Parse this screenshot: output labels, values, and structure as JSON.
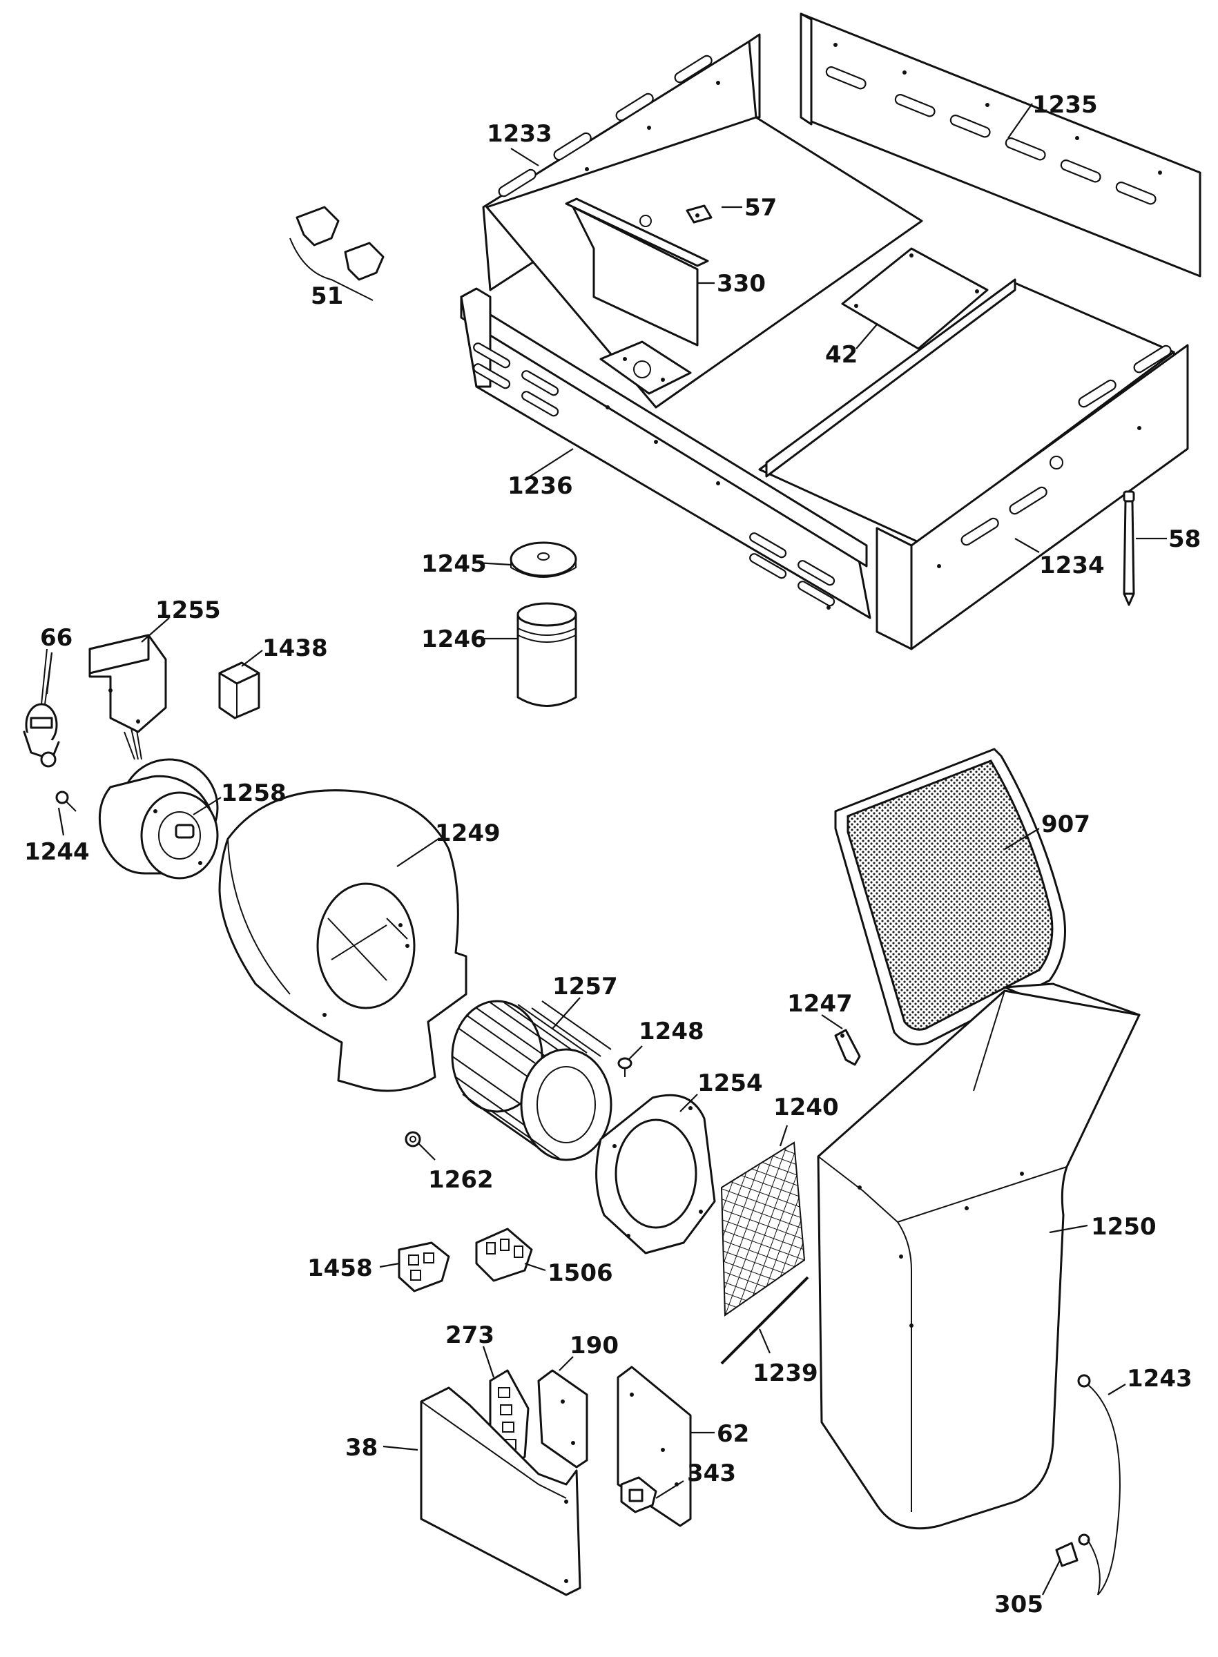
{
  "title": "",
  "parts": [
    {
      "id": "1233",
      "label": "1233"
    },
    {
      "id": "1235",
      "label": "1235"
    },
    {
      "id": "57",
      "label": "57"
    },
    {
      "id": "51",
      "label": "51"
    },
    {
      "id": "330",
      "label": "330"
    },
    {
      "id": "42",
      "label": "42"
    },
    {
      "id": "1236",
      "label": "1236"
    },
    {
      "id": "1234",
      "label": "1234"
    },
    {
      "id": "58",
      "label": "58"
    },
    {
      "id": "1245",
      "label": "1245"
    },
    {
      "id": "1246",
      "label": "1246"
    },
    {
      "id": "66",
      "label": "66"
    },
    {
      "id": "1255",
      "label": "1255"
    },
    {
      "id": "1438",
      "label": "1438"
    },
    {
      "id": "1258",
      "label": "1258"
    },
    {
      "id": "1244",
      "label": "1244"
    },
    {
      "id": "1249",
      "label": "1249"
    },
    {
      "id": "907",
      "label": "907"
    },
    {
      "id": "1257",
      "label": "1257"
    },
    {
      "id": "1248",
      "label": "1248"
    },
    {
      "id": "1247",
      "label": "1247"
    },
    {
      "id": "1254",
      "label": "1254"
    },
    {
      "id": "1240",
      "label": "1240"
    },
    {
      "id": "1262",
      "label": "1262"
    },
    {
      "id": "1250",
      "label": "1250"
    },
    {
      "id": "1458",
      "label": "1458"
    },
    {
      "id": "1506",
      "label": "1506"
    },
    {
      "id": "1239",
      "label": "1239"
    },
    {
      "id": "190",
      "label": "190"
    },
    {
      "id": "273",
      "label": "273"
    },
    {
      "id": "1243",
      "label": "1243"
    },
    {
      "id": "62",
      "label": "62"
    },
    {
      "id": "38",
      "label": "38"
    },
    {
      "id": "343",
      "label": "343"
    },
    {
      "id": "305",
      "label": "305"
    }
  ]
}
